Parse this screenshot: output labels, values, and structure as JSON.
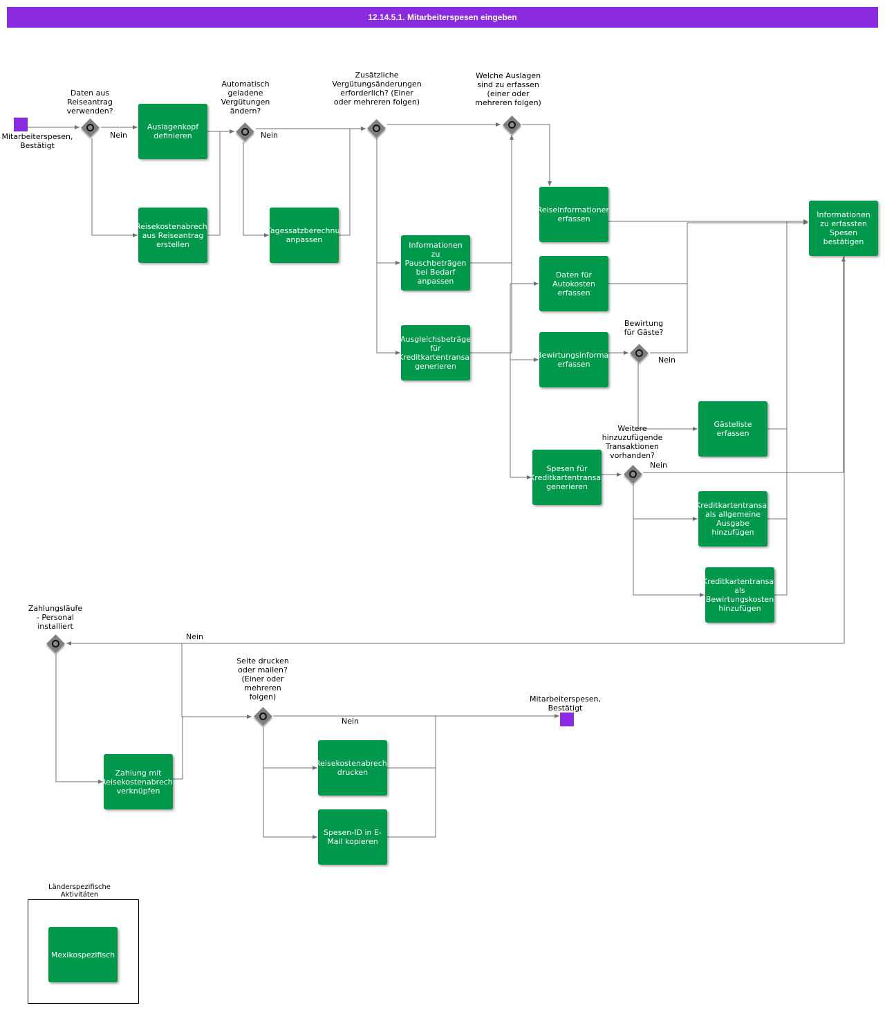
{
  "title": "12.14.5.1. Mitarbeiterspesen eingeben",
  "colors": {
    "task": "#00994c",
    "event": "#8a2be2",
    "gateway": "#7f7f7f",
    "connector": "#707070"
  },
  "events": {
    "start_label": "Mitarbeiterspesen,\nBestätigt",
    "end_label": "Mitarbeiterspesen,\nBestätigt"
  },
  "gateways": {
    "g1_label": "Daten aus\nReiseantrag\nverwenden?",
    "g2_label": "Automatisch\ngeladene\nVergütungen\nändern?",
    "g3_label": "Zusätzliche\nVergütungsänderungen\nerforderlich? (Einer\noder mehreren folgen)",
    "g4_label": "Welche Auslagen\nsind zu erfassen\n(einer oder\nmehreren folgen)",
    "g5_label": "Bewirtung\nfür Gäste?",
    "g6_label": "Weitere\nhinzuzufügende\nTransaktionen\nvorhanden?",
    "g7_label": "Zahlungsläufe\n- Personal\ninstalliert",
    "g8_label": "Seite drucken\noder mailen?\n(Einer oder\nmehreren\nfolgen)"
  },
  "nein": {
    "n1": "Nein",
    "n2": "Nein",
    "n5": "Nein",
    "n6": "Nein",
    "n7": "Nein",
    "n8": "Nein"
  },
  "tasks": {
    "auslagenkopf": "Auslagenkopf\ndefinieren",
    "reisekosten_aus_antrag": "Reisekostenabrechnung\naus Reiseantrag\nerstellen",
    "tagessatz": "Tagessatzberechnung\nanpassen",
    "pauschbetraege": "Informationen\nzu\nPauschbeträgen\nbei Bedarf\nanpassen",
    "ausgleichsbetraege": "Ausgleichsbeträge\nfür\nKreditkartentransaktion\ngenerieren",
    "reiseinformationen": "Reiseinformationen\nerfassen",
    "autokosten": "Daten für\nAutokosten\nerfassen",
    "bewirtungsinformationen": "Bewirtungsinformationen\nerfassen",
    "spesen_kreditkarten": "Spesen für\nKreditkartentransaktionen\ngenerieren",
    "gaesteliste": "Gästeliste\nerfassen",
    "kk_allgemein": "Kreditkartentransaktion\nals allgemeine Ausgabe\nhinzufügen",
    "kk_bewirtung": "Kreditkartentransaktion\nals Bewirtungskosten\nhinzufügen",
    "informationen_bestaetigen": "Informationen\nzu erfassten\nSpesen\nbestätigen",
    "zahlung_verknuepfen": "Zahlung mit\nReisekostenabrechnung\nverknüpfen",
    "abrechnung_drucken": "Reisekostenabrechnung\ndrucken",
    "spesen_id_kopieren": "Spesen-ID in E-\nMail kopieren"
  },
  "legend": {
    "title": "Länderspezifische\nAktivitäten",
    "item": "Mexikospezifisch"
  }
}
